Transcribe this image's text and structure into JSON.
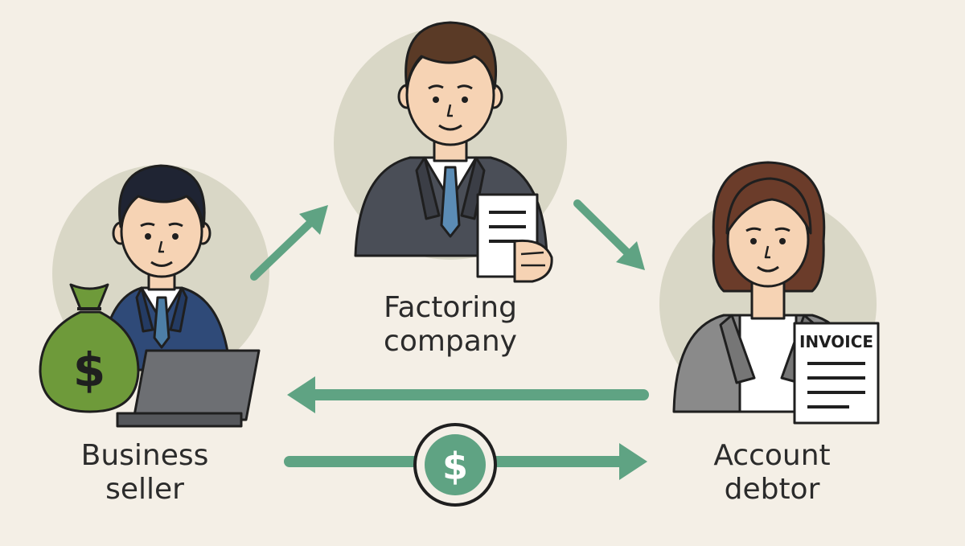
{
  "colors": {
    "background": "#f4efe6",
    "circle": "#d9d7c6",
    "arrow": "#5fa383",
    "money_bag": "#6e9a3a",
    "outline": "#1f1f1f"
  },
  "nodes": {
    "seller": {
      "line1": "Business",
      "line2": "seller"
    },
    "factor": {
      "line1": "Factoring",
      "line2": "company"
    },
    "debtor": {
      "line1": "Account",
      "line2": "debtor"
    }
  },
  "props": {
    "invoice_title": "INVOICE",
    "dollar_sign": "$"
  },
  "icons": [
    "money-bag-icon",
    "laptop-icon",
    "document-icon",
    "invoice-icon",
    "dollar-coin-icon"
  ]
}
